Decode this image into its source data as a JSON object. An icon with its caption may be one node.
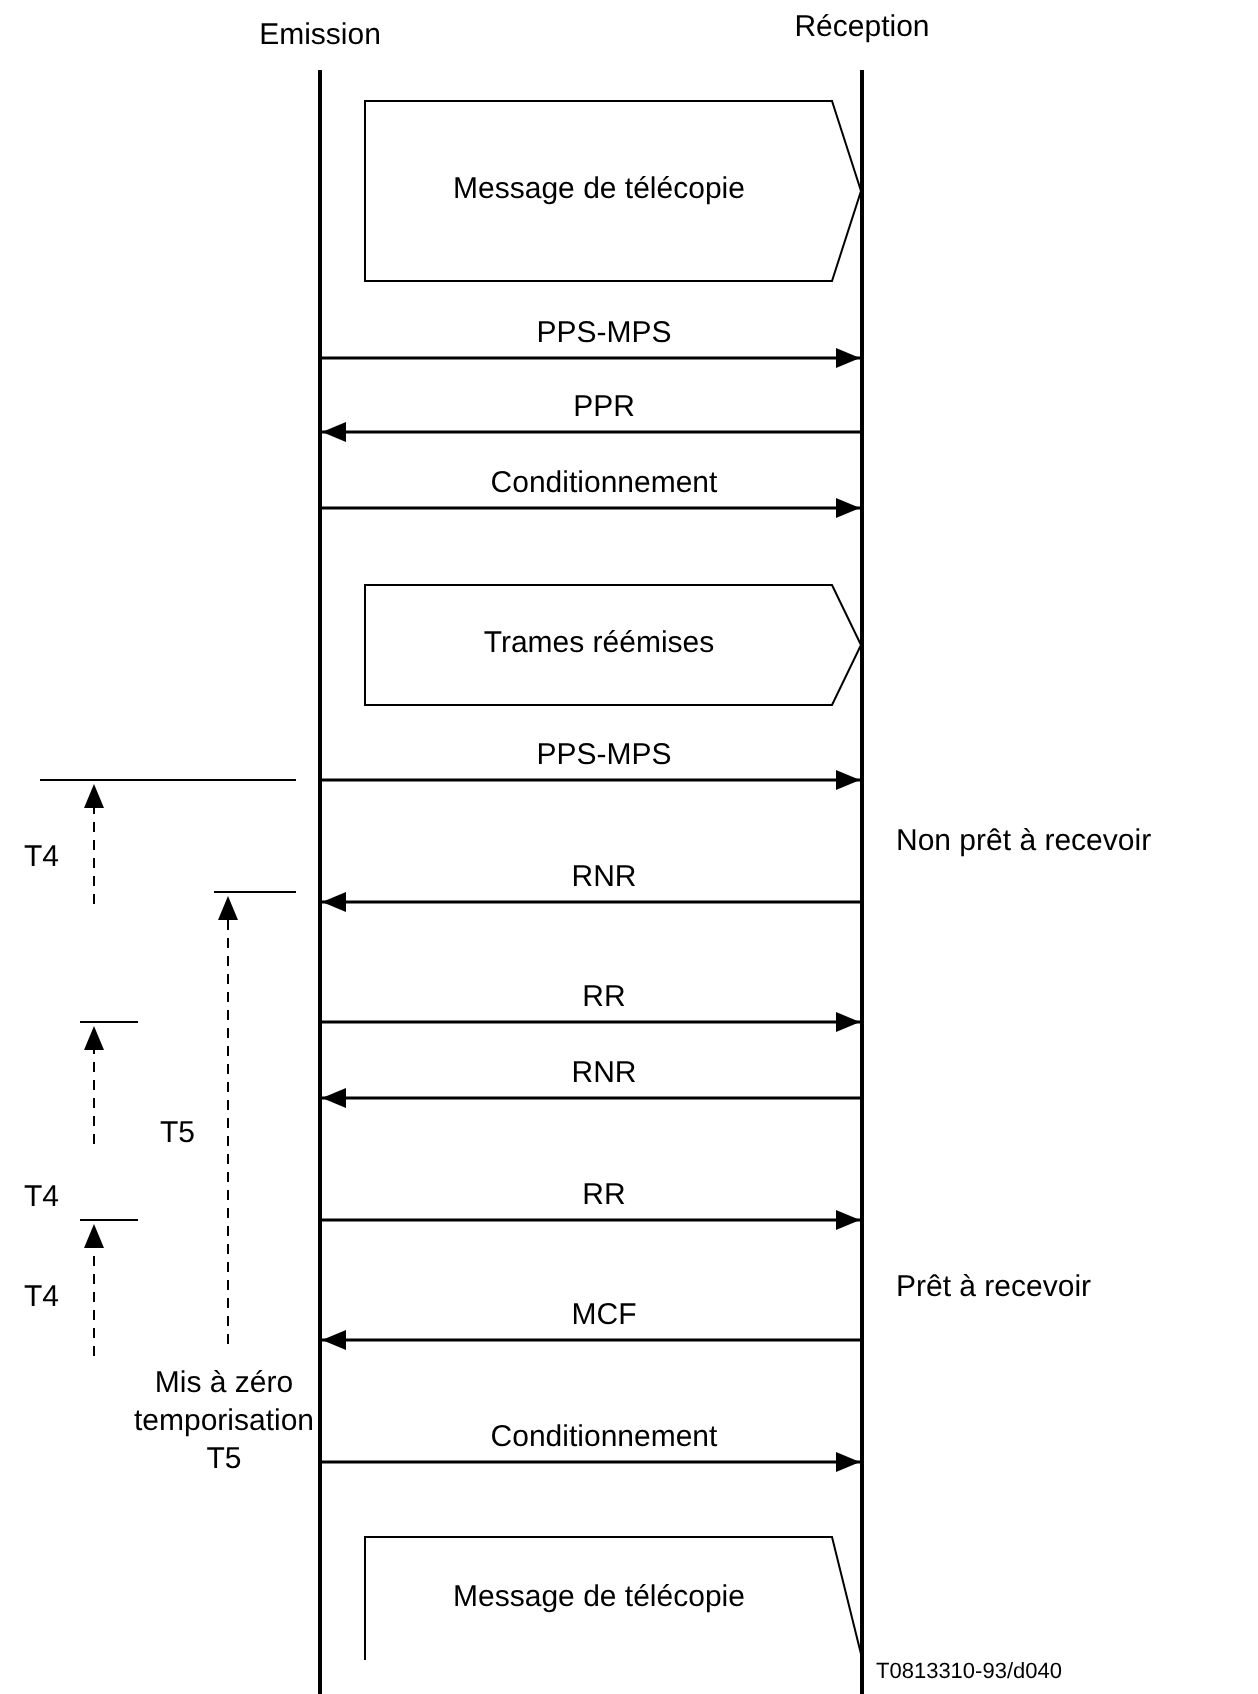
{
  "diagram": {
    "nodes": [
      {
        "text": [
          "Emission"
        ]
      },
      {
        "text": [
          "Réception"
        ]
      },
      {
        "text": [
          "Message de télécopie"
        ]
      },
      {
        "text": [
          "Trames réémises"
        ]
      },
      {
        "text": [
          "Message de télécopie"
        ]
      }
    ],
    "edges": [
      {
        "from": 0,
        "to": 1,
        "arrow": "to",
        "label": "PPS-MPS"
      },
      {
        "from": 1,
        "to": 0,
        "arrow": "to",
        "label": "PPR"
      },
      {
        "from": 0,
        "to": 1,
        "arrow": "to",
        "label": "Conditionnement"
      },
      {
        "from": 0,
        "to": 1,
        "arrow": "to",
        "label": "PPS-MPS"
      },
      {
        "from": 1,
        "to": 0,
        "arrow": "to",
        "label": "RNR"
      },
      {
        "from": 0,
        "to": 1,
        "arrow": "to",
        "label": "RR"
      },
      {
        "from": 1,
        "to": 0,
        "arrow": "to",
        "label": "RNR"
      },
      {
        "from": 0,
        "to": 1,
        "arrow": "to",
        "label": "RR"
      },
      {
        "from": 1,
        "to": 0,
        "arrow": "to",
        "label": "MCF"
      },
      {
        "from": 0,
        "to": 1,
        "arrow": "to",
        "label": "Conditionnement"
      }
    ],
    "labels": [
      "Non prêt à recevoir",
      "T4",
      "T5",
      "T4",
      "T4",
      "Prêt à recevoir",
      "Mis à zéro temporisation T5",
      "T0813310-93/d040"
    ]
  }
}
